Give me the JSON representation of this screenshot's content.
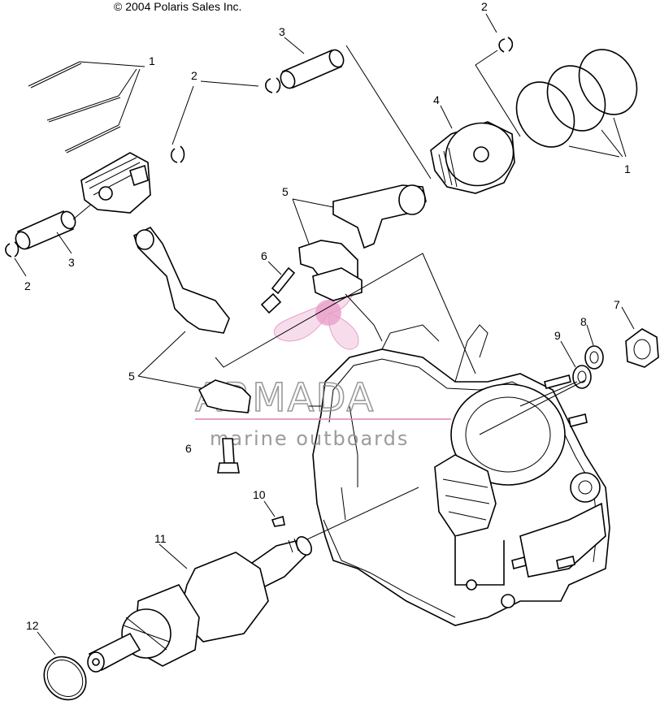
{
  "copyright": "© 2004 Polaris Sales Inc.",
  "callouts": [
    {
      "id": "1a",
      "label": "1"
    },
    {
      "id": "1b",
      "label": "1"
    },
    {
      "id": "2a",
      "label": "2"
    },
    {
      "id": "2b",
      "label": "2"
    },
    {
      "id": "2c",
      "label": "2"
    },
    {
      "id": "3a",
      "label": "3"
    },
    {
      "id": "3b",
      "label": "3"
    },
    {
      "id": "4",
      "label": "4"
    },
    {
      "id": "5a",
      "label": "5"
    },
    {
      "id": "5b",
      "label": "5"
    },
    {
      "id": "6a",
      "label": "6"
    },
    {
      "id": "6b",
      "label": "6"
    },
    {
      "id": "7",
      "label": "7"
    },
    {
      "id": "8",
      "label": "8"
    },
    {
      "id": "9",
      "label": "9"
    },
    {
      "id": "10",
      "label": "10"
    },
    {
      "id": "11",
      "label": "11"
    },
    {
      "id": "12",
      "label": "12"
    }
  ],
  "watermark": {
    "title": "ARMADA",
    "subtitle": "marine outboards",
    "accent_color": "#e58fbf",
    "text_color": "#8a8a8a"
  }
}
